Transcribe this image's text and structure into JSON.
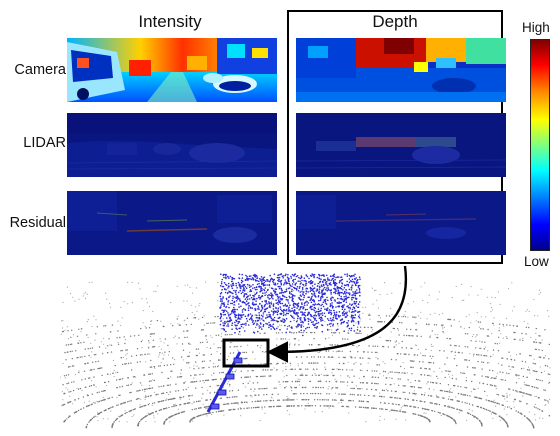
{
  "columns": {
    "intensity": "Intensity",
    "depth": "Depth"
  },
  "rows": [
    "Camera",
    "LIDAR",
    "Residual"
  ],
  "colorbar": {
    "high": "High",
    "low": "Low"
  },
  "colors": {
    "deep_blue": "#0a1a8c",
    "box": "#000000",
    "cloud_gray": "#7a7a7a",
    "cloud_blue": "#2a2ad8"
  }
}
